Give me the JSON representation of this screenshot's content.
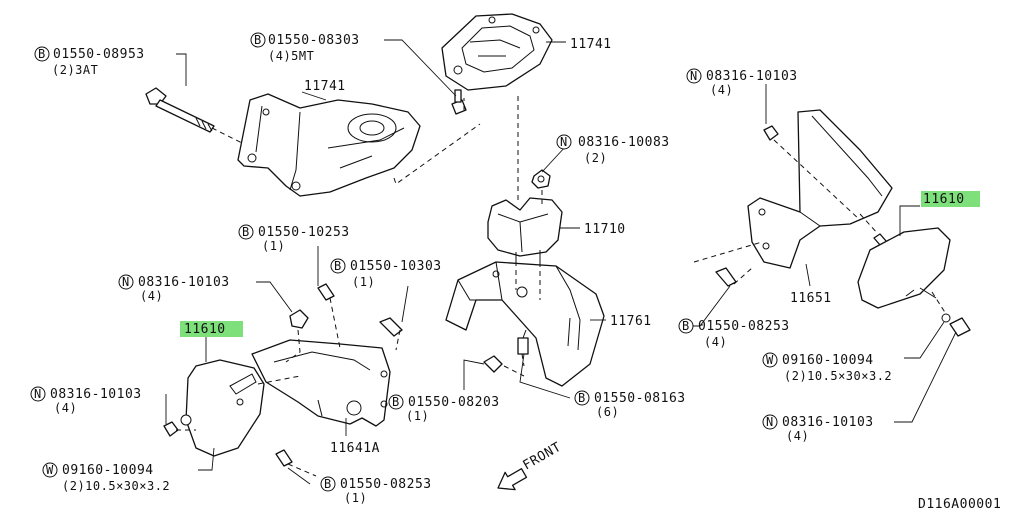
{
  "diagram_code": "D116A00001",
  "front_label": "FRONT",
  "highlight_color": "#7ee07a",
  "callouts": {
    "b_08953": {
      "prefix": "B",
      "number": "01550-08953",
      "note": "(2)3AT"
    },
    "b_08303": {
      "prefix": "B",
      "number": "01550-08303",
      "note": "(4)5MT"
    },
    "p_11741_top": {
      "number": "11741"
    },
    "p_11741_left": {
      "number": "11741"
    },
    "n_10083": {
      "prefix": "N",
      "number": "08316-10083",
      "note": "(2)"
    },
    "p_11710": {
      "number": "11710"
    },
    "b_10253": {
      "prefix": "B",
      "number": "01550-10253",
      "note": "(1)"
    },
    "b_10303": {
      "prefix": "B",
      "number": "01550-10303",
      "note": "(1)"
    },
    "n_10103_left": {
      "prefix": "N",
      "number": "08316-10103",
      "note": "(4)"
    },
    "p_11610_left": {
      "number": "11610"
    },
    "p_11761": {
      "number": "11761"
    },
    "n_10103_lower": {
      "prefix": "N",
      "number": "08316-10103",
      "note": "(4)"
    },
    "b_08203": {
      "prefix": "B",
      "number": "01550-08203",
      "note": "(1)"
    },
    "b_08163": {
      "prefix": "B",
      "number": "01550-08163",
      "note": "(6)"
    },
    "p_11641a": {
      "number": "11641A"
    },
    "w_10094_left": {
      "prefix": "W",
      "number": "09160-10094",
      "note": "(2)10.5×30×3.2"
    },
    "b_08253_left": {
      "prefix": "B",
      "number": "01550-08253",
      "note": "(1)"
    },
    "n_10103_right_top": {
      "prefix": "N",
      "number": "08316-10103",
      "note": "(4)"
    },
    "p_11610_right": {
      "number": "11610"
    },
    "p_11651": {
      "number": "11651"
    },
    "b_08253_right": {
      "prefix": "B",
      "number": "01550-08253",
      "note": "(4)"
    },
    "w_10094_right": {
      "prefix": "W",
      "number": "09160-10094",
      "note": "(2)10.5×30×3.2"
    },
    "n_10103_right_bottom": {
      "prefix": "N",
      "number": "08316-10103",
      "note": "(4)"
    }
  }
}
